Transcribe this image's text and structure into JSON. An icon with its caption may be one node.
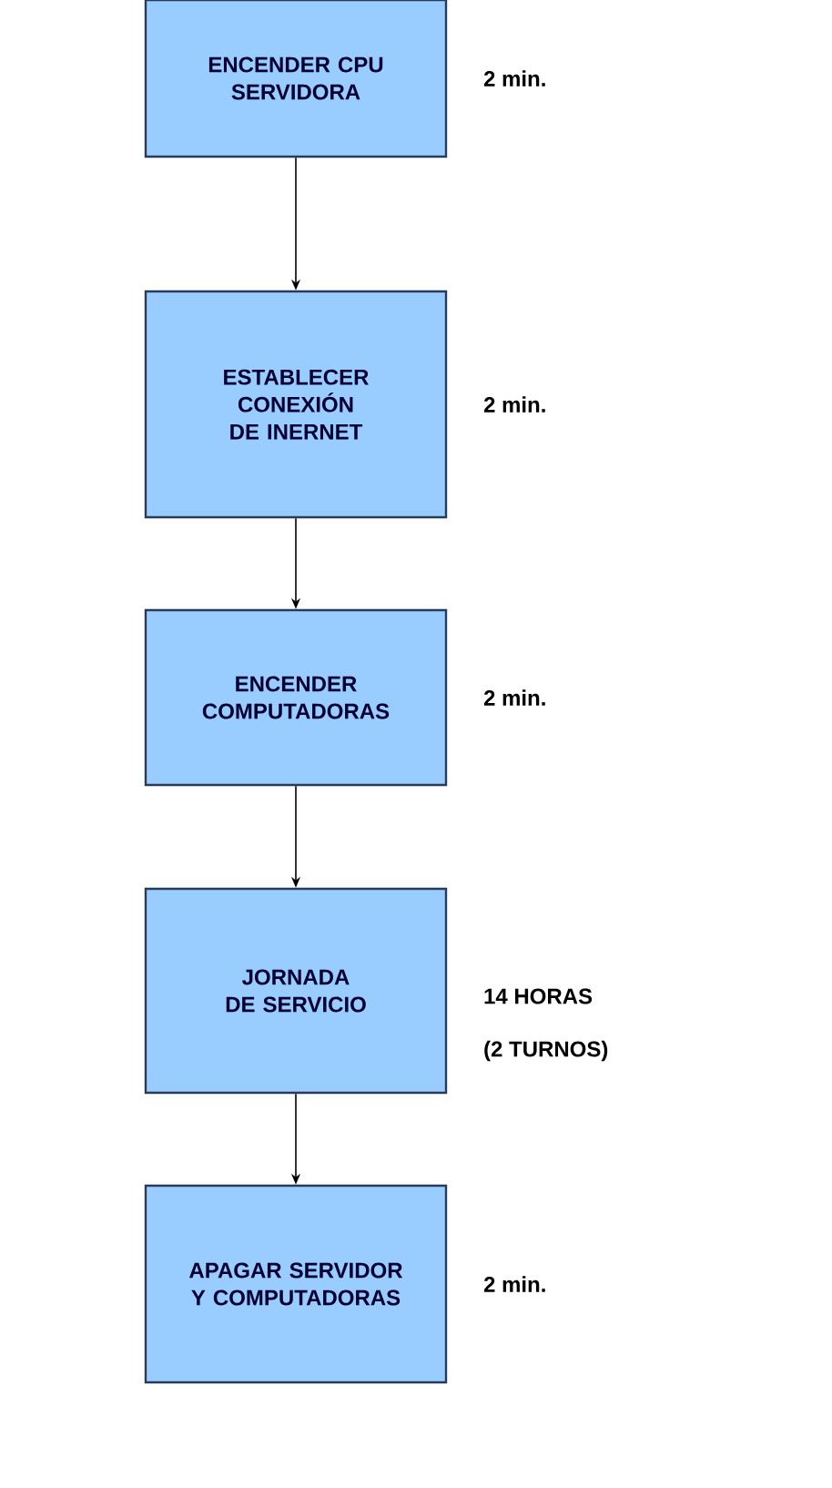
{
  "diagram": {
    "nodes": [
      {
        "text": [
          "ENCENDER CPU SERVIDORA"
        ],
        "beside": [
          "2 min."
        ]
      },
      {
        "text": [
          "ESTABLECER CONEXIÓN DE INERNET"
        ],
        "beside": [
          "2 min."
        ]
      },
      {
        "text": [
          "ENCENDER COMPUTADORAS"
        ],
        "beside": [
          "2 min."
        ]
      },
      {
        "text": [
          "JORNADA DE SERVICIO"
        ],
        "beside": [
          "14 HORAS",
          "(2 TURNOS)"
        ]
      },
      {
        "text": [
          "APAGAR SERVIDOR Y COMPUTADORAS"
        ],
        "beside": [
          "2 min."
        ]
      }
    ],
    "edges": [
      {
        "from": 0,
        "to": 1,
        "arrow": "to"
      },
      {
        "from": 1,
        "to": 2,
        "arrow": "to"
      },
      {
        "from": 2,
        "to": 3,
        "arrow": "to"
      },
      {
        "from": 3,
        "to": 4,
        "arrow": "to"
      }
    ]
  }
}
